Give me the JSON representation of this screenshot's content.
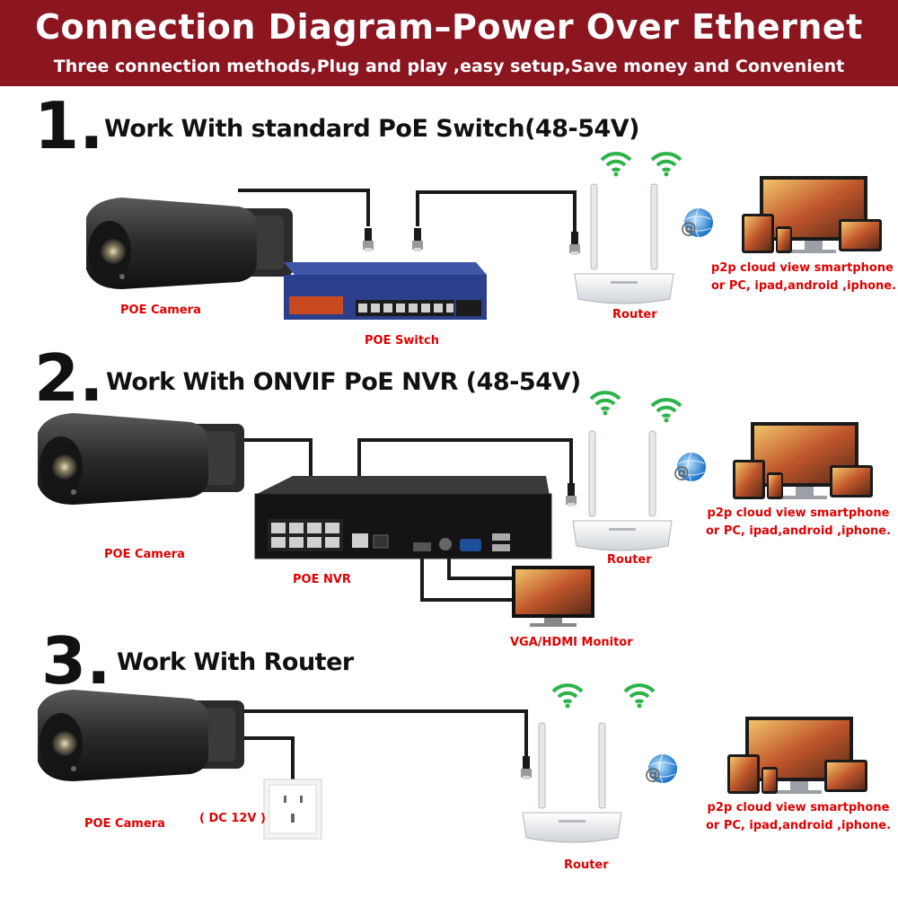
{
  "header": {
    "title": "Connection Diagram–Power Over Ethernet",
    "subtitle": "Three connection methods,Plug and play ,easy setup,Save money and Convenient"
  },
  "sections": [
    {
      "number": "1.",
      "title": "Work With standard PoE Switch(48-54V)",
      "camera_label": "POE Camera",
      "device_label": "POE Switch",
      "router_label": "Router",
      "p2p_line1": "p2p cloud view smartphone",
      "p2p_line2": "or PC, ipad,android ,iphone."
    },
    {
      "number": "2.",
      "title": "Work With ONVIF PoE NVR (48-54V)",
      "camera_label": "POE Camera",
      "device_label": "POE NVR",
      "monitor_label": "VGA/HDMI Monitor",
      "router_label": "Router",
      "p2p_line1": "p2p cloud view smartphone",
      "p2p_line2": "or PC, ipad,android ,iphone."
    },
    {
      "number": "3.",
      "title": "Work With Router",
      "camera_label": "POE Camera",
      "power_label": "( DC 12V )",
      "router_label": "Router",
      "p2p_line1": "p2p cloud view smartphone",
      "p2p_line2": "or PC, ipad,android ,iphone."
    }
  ],
  "colors": {
    "header_bg": "#8b1620",
    "label_red": "#e00000",
    "switch_blue": "#2b3f8c"
  },
  "icons": [
    "camera-icon",
    "poe-switch-icon",
    "router-icon",
    "wifi-icon",
    "globe-icon",
    "devices-icon",
    "nvr-icon",
    "monitor-icon",
    "power-outlet-icon"
  ]
}
